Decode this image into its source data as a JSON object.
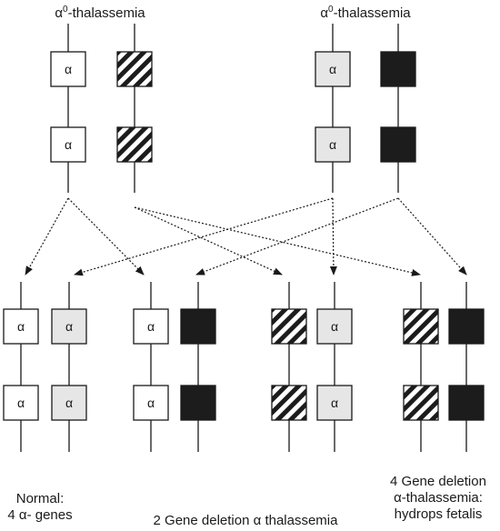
{
  "parents": {
    "left_title_prefix": "α",
    "left_title_sup": "0",
    "left_title_suffix": "-thalassemia",
    "right_title_prefix": "α",
    "right_title_sup": "0",
    "right_title_suffix": "-thalassemia"
  },
  "gene_symbol": "α",
  "captions": {
    "normal_line1": "Normal:",
    "normal_line2": "4 α- genes",
    "two_gene": "2 Gene deletion α thalassemia",
    "four_gene_line1": "4 Gene deletion",
    "four_gene_line2": "α-thalassemia:",
    "four_gene_line3": "hydrops fetalis"
  },
  "colors": {
    "normal_fill": "#ffffff",
    "grey_fill": "#e6e6e6",
    "black_fill": "#1c1c1c",
    "stroke": "#1a1a1a"
  }
}
